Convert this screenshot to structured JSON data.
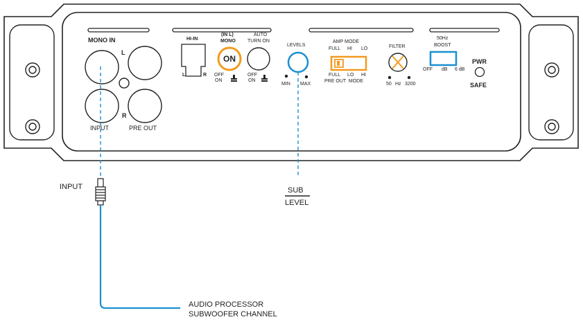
{
  "amp_panel": {
    "mono_in": "MONO IN",
    "input": "INPUT",
    "pre_out": "PRE OUT",
    "ch_l": "L",
    "ch_r": "R",
    "hi_in": "HI-IN",
    "hi_in_l": "L",
    "hi_in_r": "R",
    "mono_label_1": "(IN L)",
    "mono_label_2": "MONO",
    "mono_button": "ON",
    "mono_off": "OFF",
    "mono_on": "ON",
    "auto_label_1": "AUTO",
    "auto_label_2": "TURN ON",
    "auto_off": "OFF",
    "auto_on": "ON",
    "levels": "LEVELS",
    "levels_min": "MIN",
    "levels_max": "MAX",
    "amp_mode": "AMP MODE",
    "amp_full": "FULL",
    "amp_hi": "HI",
    "amp_lo": "LO",
    "pre_full": "FULL",
    "pre_lo": "LO",
    "pre_hi": "HI",
    "pre_out_mode": "PRE OUT  MODE",
    "filter": "FILTER",
    "filter_50": "50",
    "filter_hz": "Hz",
    "filter_3200": "3200",
    "boost_1": "50Hz",
    "boost_2": "BOOST",
    "boost_off": "OFF",
    "boost_db": "dB",
    "boost_6db": "6 dB",
    "pwr": "PWR",
    "safe": "SAFE"
  },
  "callouts": {
    "input": "INPUT",
    "sub": "SUB",
    "level": "LEVEL",
    "processor_1": "AUDIO PROCESSOR",
    "processor_2": "SUBWOOFER CHANNEL"
  },
  "colors": {
    "outline": "#222222",
    "accent_blue": "#1a8fd0",
    "accent_orange": "#f39a1e"
  }
}
